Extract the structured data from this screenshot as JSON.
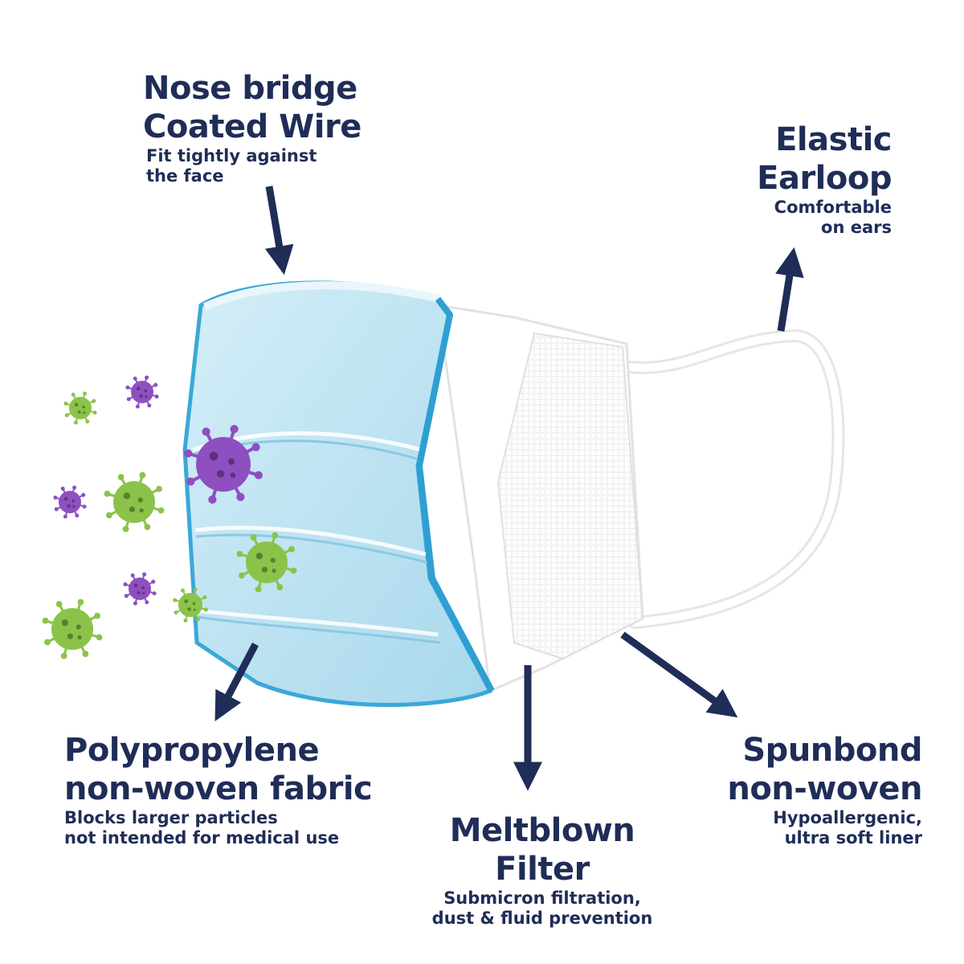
{
  "labels": {
    "nose_bridge": {
      "title_lines": [
        "Nose bridge",
        "Coated Wire"
      ],
      "desc_lines": [
        "Fit tightly against",
        "the face"
      ]
    },
    "earloop": {
      "title_lines": [
        "Elastic",
        "Earloop"
      ],
      "desc_lines": [
        "Comfortable",
        "on ears"
      ]
    },
    "polypropylene": {
      "title_lines": [
        "Polypropylene",
        "non-woven fabric"
      ],
      "desc_lines": [
        "Blocks larger particles",
        "not intended for medical use"
      ]
    },
    "meltblown": {
      "title_lines": [
        "Meltblown",
        "Filter"
      ],
      "desc_lines": [
        "Submicron filtration,",
        "dust & fluid prevention"
      ]
    },
    "spunbond": {
      "title_lines": [
        "Spunbond",
        "non-woven"
      ],
      "desc_lines": [
        "Hypoallergenic,",
        "ultra soft liner"
      ]
    }
  },
  "colors": {
    "text": "#1f2d57",
    "arrow": "#1f2d57",
    "mask_blue": "#bfe4f2",
    "mask_blue_edge": "#3aa8d8",
    "virus_purple": "#8e4fc0",
    "virus_green": "#8bc34a"
  }
}
